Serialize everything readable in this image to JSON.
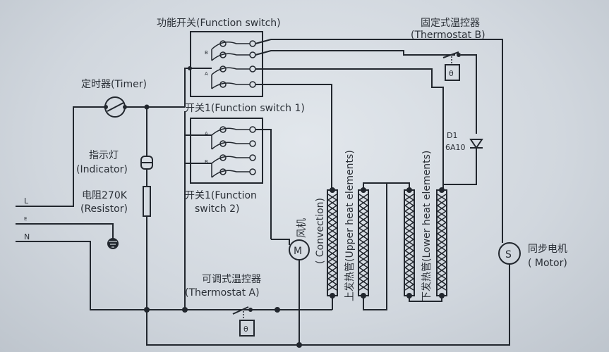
{
  "labels": {
    "function_switch": "功能开关(Function switch)",
    "thermostat_b_cn": "固定式温控器",
    "thermostat_b_en": "(Thermostat B)",
    "timer": "定时器(Timer)",
    "switch1": "开关1(Function switch 1)",
    "indicator_cn": "指示灯",
    "indicator_en": "(Indicator)",
    "resistor_cn": "电阻270K",
    "resistor_en": "(Resistor)",
    "switch2_line1": "开关1(Function",
    "switch2_line2": "switch 2)",
    "fan": "风机",
    "convection": "( Convection)",
    "upper_heat": "上发热管(Upper heat elements)",
    "lower_heat": "下发热管(Lower heat elements)",
    "diode_name": "D1",
    "diode_rating": "6A10",
    "motor_cn": "同步电机",
    "motor_en": "( Motor)",
    "thermostat_a_cn": "可调式温控器",
    "thermostat_a_en": "(Thermostat A)",
    "line_L": "L",
    "line_E": "E",
    "line_N": "N",
    "fan_symbol": "M",
    "motor_symbol": "S",
    "theta_symbol": "θ",
    "contact_A": "A",
    "contact_B": "B"
  },
  "colors": {
    "background": "#d3d9e0",
    "ink": "#22272e"
  },
  "icons": [
    "timer-switch-icon",
    "indicator-lamp-icon",
    "resistor-icon",
    "ground-icon",
    "fan-motor-icon",
    "heating-element-icon",
    "diode-icon",
    "synchronous-motor-icon",
    "thermostat-icon"
  ]
}
